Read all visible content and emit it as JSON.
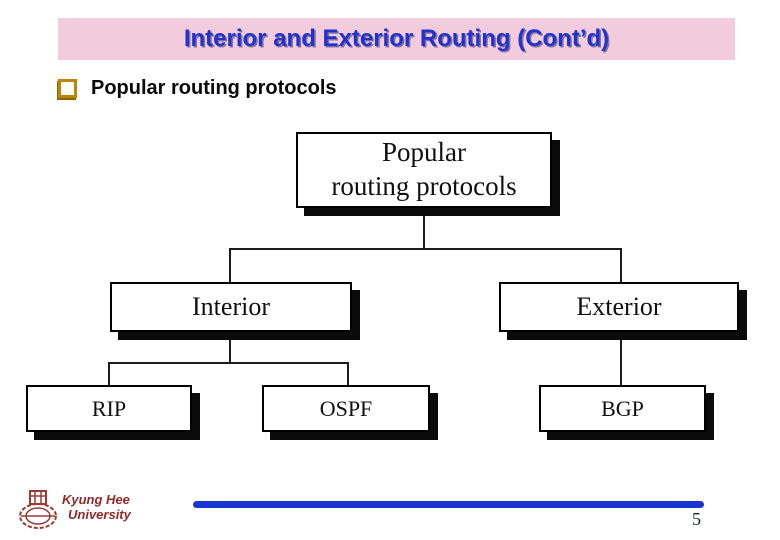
{
  "header": {
    "title": "Interior and Exterior Routing (Cont’d)"
  },
  "content": {
    "bullet_text": "Popular routing protocols"
  },
  "diagram": {
    "type": "tree",
    "root": {
      "label": "Popular\nrouting protocols"
    },
    "level1": [
      {
        "label": "Interior"
      },
      {
        "label": "Exterior"
      }
    ],
    "level2": [
      {
        "label": "RIP",
        "parent": "Interior"
      },
      {
        "label": "OSPF",
        "parent": "Interior"
      },
      {
        "label": "BGP",
        "parent": "Exterior"
      }
    ]
  },
  "footer": {
    "org_name_line1": "Kyung Hee",
    "org_name_line2": "University",
    "page_number": "5"
  },
  "colors": {
    "banner_bg": "#F2CCDC",
    "title_text": "#2233CC",
    "bullet_square": "#B8860B",
    "box_border": "#000000",
    "box_shadow": "#0B0B0B",
    "footer_red": "#8E2A28",
    "divider_blue": "#1B36CE"
  },
  "icons": {
    "bullet": "checkbox-square",
    "logo": "kyung-hee-university-emblem"
  }
}
